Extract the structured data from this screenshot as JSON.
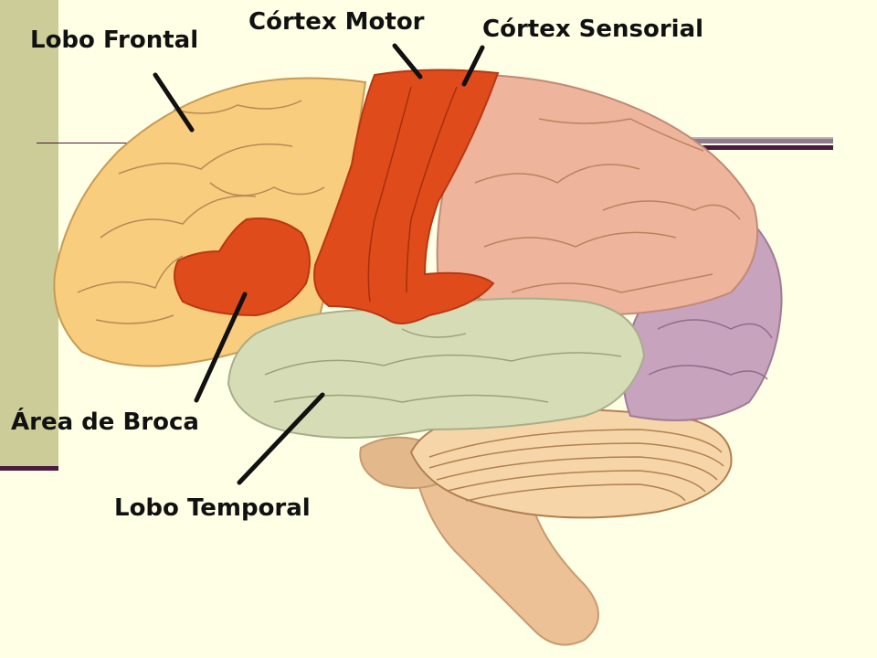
{
  "labels": {
    "frontal": "Lobo Frontal",
    "motor": "Córtex Motor",
    "sensory": "Córtex Sensorial",
    "broca": "Área de Broca",
    "temporal": "Lobo Temporal"
  },
  "colors": {
    "background": "#FFFFE6",
    "sidebar": "#CCCC99",
    "accent": "#4A1A40",
    "frontal_lobe": "#F8CD7E",
    "motor_cortex": "#E04B1C",
    "sensory_cortex": "#EFB49C",
    "temporal_lobe": "#D6DDB6",
    "occipital_lobe": "#C7A3BE",
    "cerebellum": "#F6D6A8",
    "brainstem": "#EBC195"
  }
}
